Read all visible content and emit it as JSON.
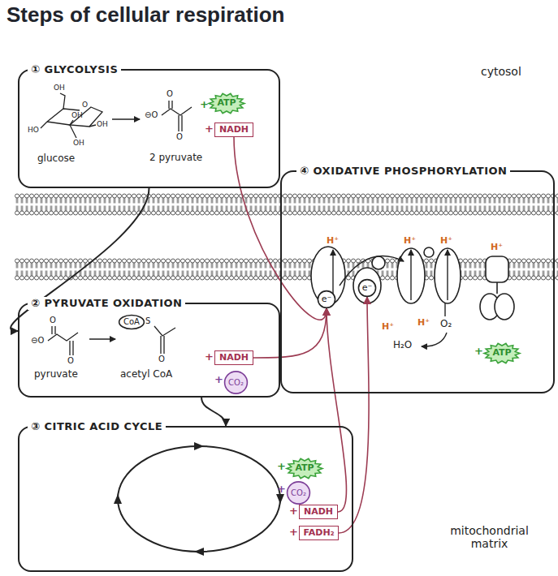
{
  "diagram": {
    "title": "Steps of cellular respiration",
    "nodes": [
      {
        "text": [
          "① GLYCOLYSIS"
        ]
      },
      {
        "text": [
          "ATP"
        ],
        "in": 0
      },
      {
        "text": [
          "NADH"
        ],
        "in": 0
      },
      {
        "text": [
          "④ OXIDATIVE PHOSPHORYLATION"
        ]
      },
      {
        "text": [
          "e⁻"
        ],
        "in": 3
      },
      {
        "text": [
          "e⁻"
        ],
        "in": 3
      },
      {
        "text": [
          "ATP"
        ],
        "in": 3
      },
      {
        "text": [
          "② PYRUVATE OXIDATION"
        ]
      },
      {
        "text": [
          "CoA"
        ],
        "in": 7
      },
      {
        "text": [
          "NADH"
        ],
        "in": 7
      },
      {
        "text": [
          "CO₂"
        ],
        "in": 7
      },
      {
        "text": [
          "③ CITRIC ACID CYCLE"
        ]
      },
      {
        "text": [
          "ATP"
        ],
        "in": 11
      },
      {
        "text": [
          "CO₂"
        ],
        "in": 11
      },
      {
        "text": [
          "NADH"
        ],
        "in": 11
      },
      {
        "text": [
          "FADH₂"
        ],
        "in": 11
      }
    ],
    "edges": [
      {
        "from": 0,
        "to": 7,
        "arrow": "to"
      },
      {
        "from": 7,
        "to": 11,
        "arrow": "to"
      },
      {
        "from": 2,
        "to": 4,
        "arrow": "to"
      },
      {
        "from": 9,
        "to": 4,
        "arrow": "to"
      },
      {
        "from": 14,
        "to": 4,
        "arrow": "to"
      },
      {
        "from": 15,
        "to": 5,
        "arrow": "to"
      }
    ],
    "labels": [
      "cytosol",
      "mitochondrial matrix",
      "OH",
      "O",
      "HO",
      "OH",
      "OH",
      "OH",
      "glucose",
      "⊖O",
      "O",
      "O",
      "2 pyruvate",
      "+",
      "+",
      "⊖O",
      "O",
      "O",
      "pyruvate",
      "S",
      "O",
      "acetyl CoA",
      "+",
      "+",
      "+",
      "+",
      "+",
      "+",
      "H⁺",
      "H⁺",
      "H⁺",
      "H⁺",
      "H⁺",
      "H⁺",
      "O₂",
      "H₂O",
      "+"
    ]
  }
}
